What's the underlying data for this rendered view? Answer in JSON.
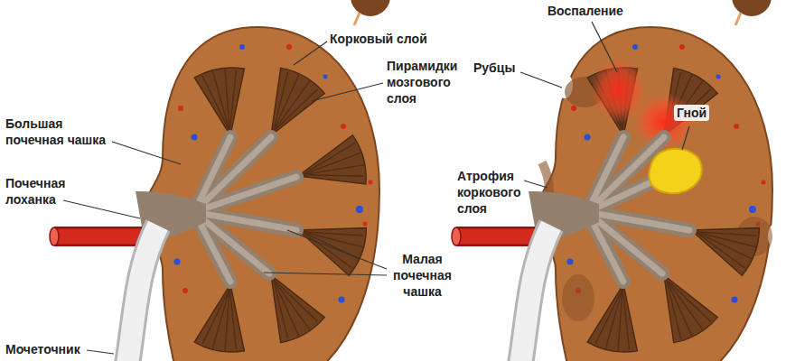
{
  "diagram": {
    "labels": [
      "Корковый слой",
      "Пирамидки мозгового слоя",
      "Большая почечная чашка",
      "Почечная лоханка",
      "Малая почечная чашка",
      "Мочеточник",
      "Воспаление",
      "Рубцы",
      "Гной",
      "Атрофия коркового слоя"
    ]
  }
}
